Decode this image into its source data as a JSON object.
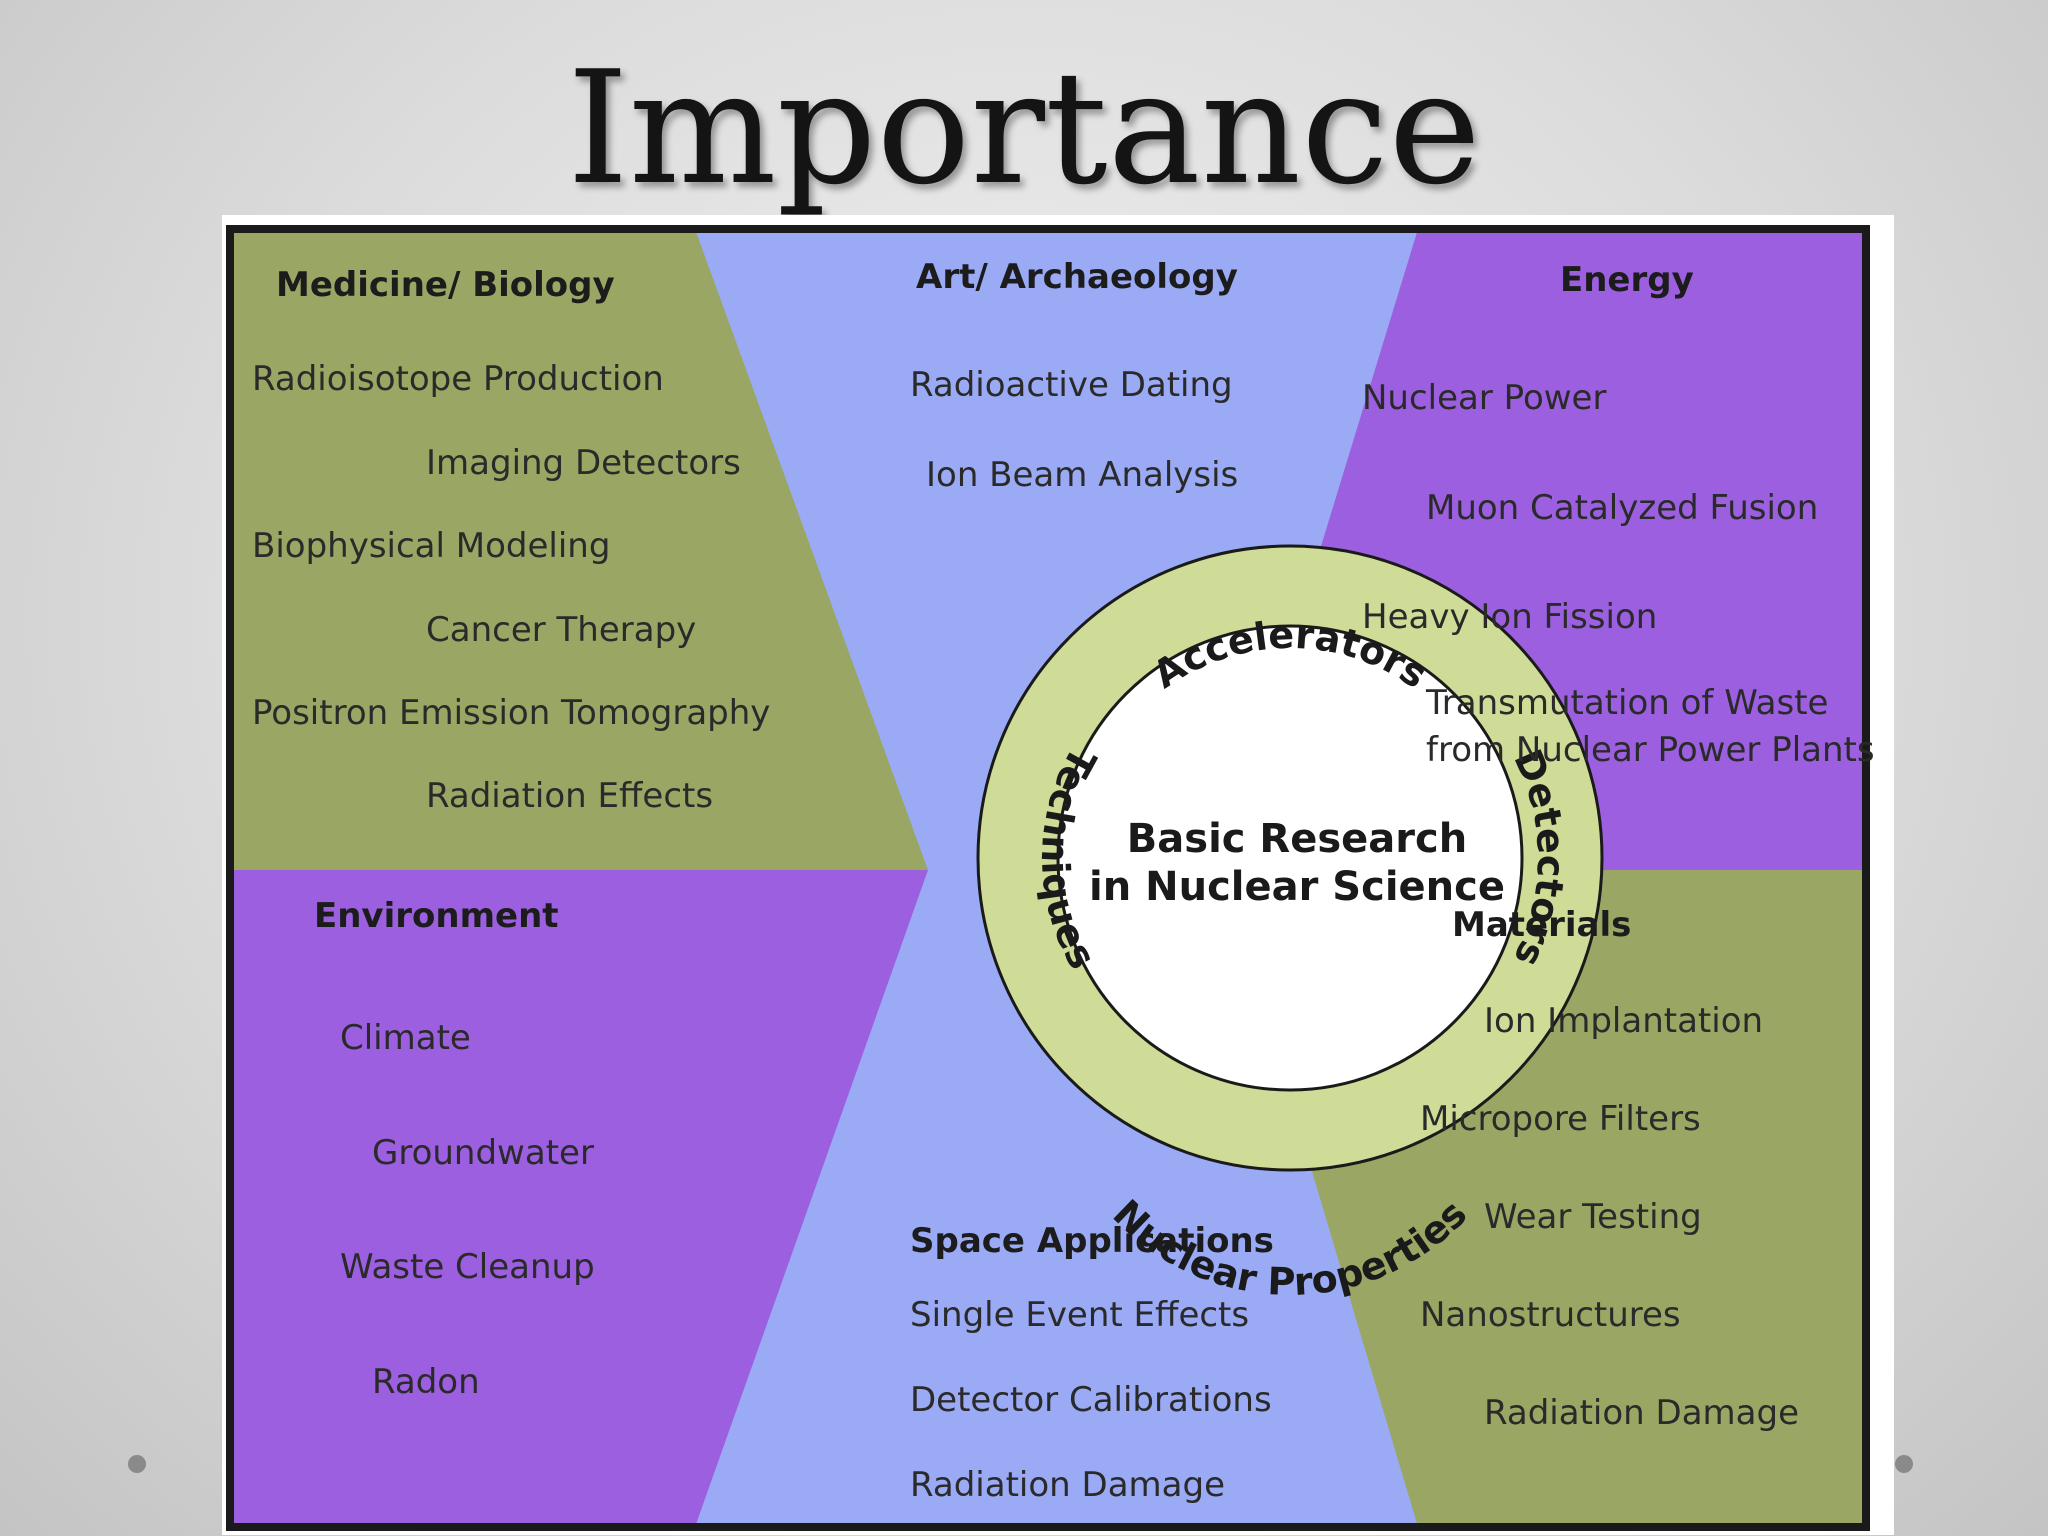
{
  "slide": {
    "title": "Importance"
  },
  "diagram": {
    "center": {
      "line1": "Basic Research",
      "line2": "in Nuclear Science"
    },
    "ring": {
      "top": "Accelerators",
      "right": "Detectors",
      "bottom": "Nuclear Properties",
      "left": "Techniques"
    },
    "sectors": {
      "medicine": {
        "heading": "Medicine/ Biology",
        "items": [
          "Radioisotope Production",
          "Imaging Detectors",
          "Biophysical Modeling",
          "Cancer Therapy",
          "Positron Emission Tomography",
          "Radiation Effects"
        ]
      },
      "art": {
        "heading": "Art/ Archaeology",
        "items": [
          "Radioactive Dating",
          "Ion Beam Analysis"
        ]
      },
      "energy": {
        "heading": "Energy",
        "items": [
          "Nuclear Power",
          "Muon Catalyzed Fusion",
          "Heavy Ion Fission",
          "Transmutation of Waste",
          "from Nuclear Power Plants"
        ]
      },
      "environment": {
        "heading": "Environment",
        "items": [
          "Climate",
          "Groundwater",
          "Waste Cleanup",
          "Radon"
        ]
      },
      "space": {
        "heading": "Space Applications",
        "items": [
          "Single Event Effects",
          "Detector Calibrations",
          "Radiation Damage"
        ]
      },
      "materials": {
        "heading": "Materials",
        "items": [
          "Ion Implantation",
          "Micropore Filters",
          "Wear Testing",
          "Nanostructures",
          "Radiation Damage"
        ]
      }
    },
    "colors": {
      "olive": "#9aa764",
      "purple": "#9b5fe0",
      "blue": "#9aaaf5",
      "ring": "#cfdc98",
      "border": "#1a1a1a"
    }
  }
}
